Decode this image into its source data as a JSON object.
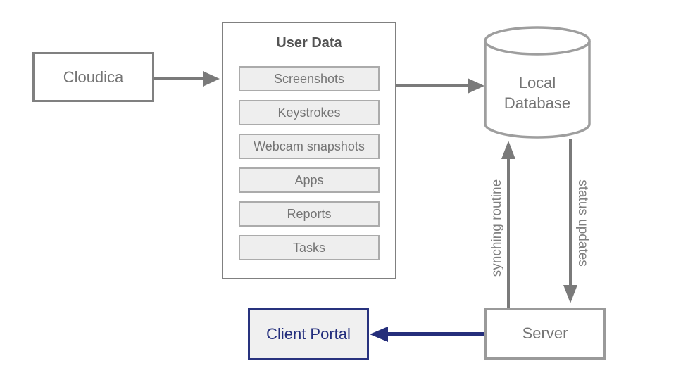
{
  "diagram": {
    "nodes": {
      "cloudica": {
        "label": "Cloudica"
      },
      "user_data": {
        "title": "User Data",
        "items": [
          {
            "label": "Screenshots"
          },
          {
            "label": "Keystrokes"
          },
          {
            "label": "Webcam snapshots"
          },
          {
            "label": "Apps"
          },
          {
            "label": "Reports"
          },
          {
            "label": "Tasks"
          }
        ]
      },
      "local_database": {
        "label": "Local Database"
      },
      "server": {
        "label": "Server"
      },
      "client_portal": {
        "label": "Client Portal"
      }
    },
    "edges": {
      "cloudica_to_user_data": {
        "label": ""
      },
      "user_data_to_database": {
        "label": ""
      },
      "server_to_database": {
        "label": "synching routine",
        "direction": "up"
      },
      "database_to_server": {
        "label": "status updates",
        "direction": "down"
      },
      "server_to_client_portal": {
        "label": ""
      }
    },
    "colors": {
      "background": "#ffffff",
      "box_border_gray": "#808080",
      "server_border_gray": "#9a9a9a",
      "item_fill": "#eeeeee",
      "item_border": "#ababab",
      "text_gray": "#757575",
      "title_gray": "#545454",
      "arrow_gray": "#7a7a7a",
      "accent_navy": "#252e7b",
      "portal_fill": "#f0f0f0"
    }
  }
}
